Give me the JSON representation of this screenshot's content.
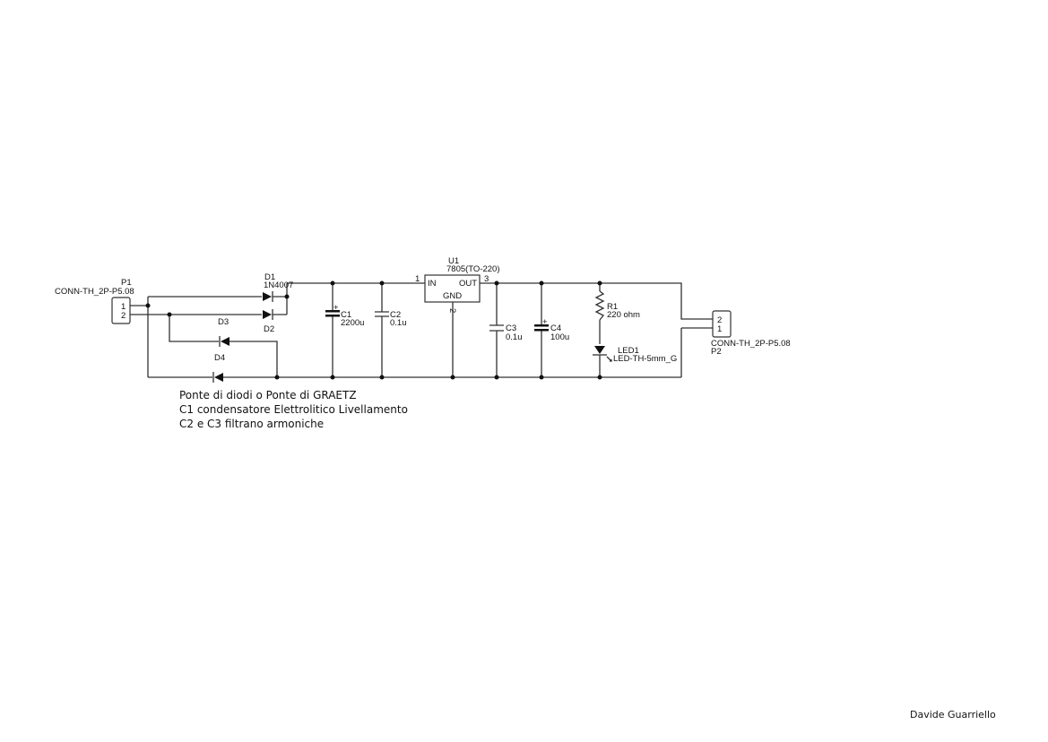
{
  "components": {
    "P1": {
      "ref": "P1",
      "value": "CONN-TH_2P-P5.08",
      "pins": [
        "1",
        "2"
      ]
    },
    "P2": {
      "ref": "P2",
      "value": "CONN-TH_2P-P5.08",
      "pins": [
        "2",
        "1"
      ]
    },
    "D1": {
      "ref": "D1",
      "value": "1N4007"
    },
    "D2": {
      "ref": "D2"
    },
    "D3": {
      "ref": "D3"
    },
    "D4": {
      "ref": "D4"
    },
    "C1": {
      "ref": "C1",
      "value": "2200u"
    },
    "C2": {
      "ref": "C2",
      "value": "0.1u"
    },
    "C3": {
      "ref": "C3",
      "value": "0.1u"
    },
    "C4": {
      "ref": "C4",
      "value": "100u"
    },
    "U1": {
      "ref": "U1",
      "value": "7805(TO-220)",
      "pin_in": "IN",
      "pin_out": "OUT",
      "pin_gnd": "GND",
      "pin1": "1",
      "pin2": "2",
      "pin3": "3"
    },
    "R1": {
      "ref": "R1",
      "value": "220 ohm"
    },
    "LED1": {
      "ref": "LED1",
      "value": "LED-TH-5mm_G"
    },
    "plus": "+"
  },
  "notes": [
    "Ponte di diodi o Ponte di GRAETZ",
    "C1 condensatore Elettrolitico Livellamento",
    "C2 e C3 filtrano armoniche"
  ],
  "author": "Davide Guarriello"
}
